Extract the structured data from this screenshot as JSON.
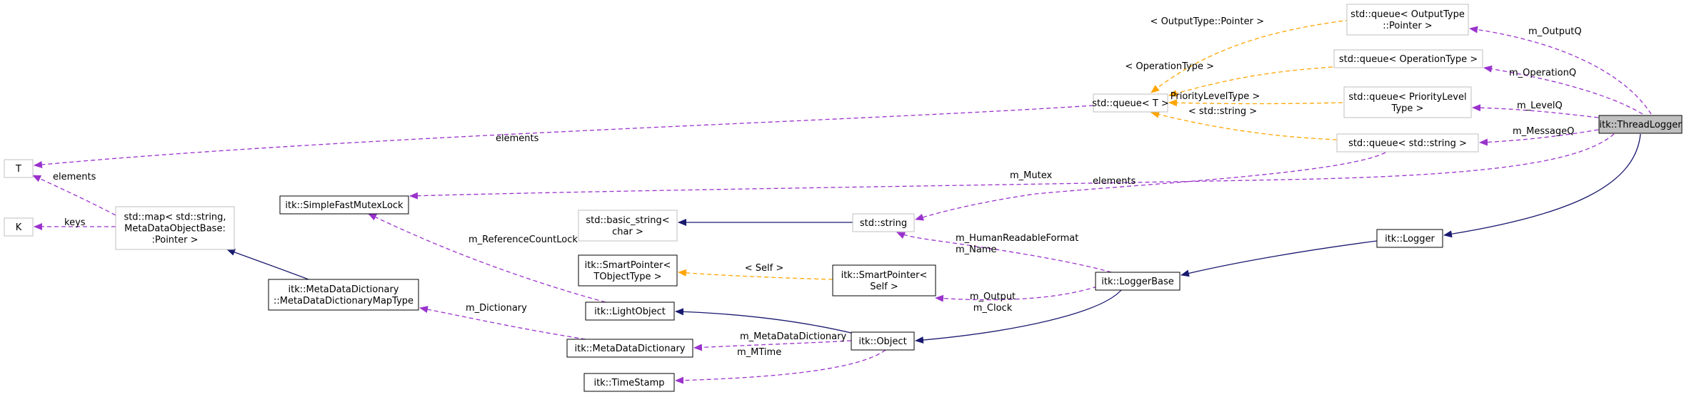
{
  "diagram": {
    "nodes": [
      {
        "id": "threadlogger",
        "lines": [
          "itk::ThreadLogger"
        ],
        "style": "highlight"
      },
      {
        "id": "outputq",
        "lines": [
          "std::queue< OutputType",
          "::Pointer >"
        ],
        "style": "gray"
      },
      {
        "id": "operationq",
        "lines": [
          "std::queue< OperationType >"
        ],
        "style": "gray"
      },
      {
        "id": "levelq",
        "lines": [
          "std::queue< PriorityLevel",
          "Type >"
        ],
        "style": "gray"
      },
      {
        "id": "messageq",
        "lines": [
          "std::queue< std::string >"
        ],
        "style": "gray"
      },
      {
        "id": "queueT",
        "lines": [
          "std::queue< T >"
        ],
        "style": "gray"
      },
      {
        "id": "T",
        "lines": [
          "T"
        ],
        "style": "gray"
      },
      {
        "id": "K",
        "lines": [
          "K"
        ],
        "style": "gray"
      },
      {
        "id": "map",
        "lines": [
          "std::map< std::string,",
          "MetaDataObjectBase:",
          ":Pointer >"
        ],
        "style": "gray"
      },
      {
        "id": "mutexlock",
        "lines": [
          "itk::SimpleFastMutexLock"
        ],
        "style": "black"
      },
      {
        "id": "basicstring",
        "lines": [
          "std::basic_string<",
          "char >"
        ],
        "style": "gray"
      },
      {
        "id": "stdstring",
        "lines": [
          "std::string"
        ],
        "style": "gray"
      },
      {
        "id": "logger",
        "lines": [
          "itk::Logger"
        ],
        "style": "black"
      },
      {
        "id": "loggerbase",
        "lines": [
          "itk::LoggerBase"
        ],
        "style": "black"
      },
      {
        "id": "smartptrT",
        "lines": [
          "itk::SmartPointer<",
          "TObjectType >"
        ],
        "style": "black"
      },
      {
        "id": "smartptrSelf",
        "lines": [
          "itk::SmartPointer<",
          "Self >"
        ],
        "style": "black"
      },
      {
        "id": "mddmaptype",
        "lines": [
          "itk::MetaDataDictionary",
          "::MetaDataDictionaryMapType"
        ],
        "style": "black"
      },
      {
        "id": "lightobject",
        "lines": [
          "itk::LightObject"
        ],
        "style": "black"
      },
      {
        "id": "mdd",
        "lines": [
          "itk::MetaDataDictionary"
        ],
        "style": "black"
      },
      {
        "id": "object",
        "lines": [
          "itk::Object"
        ],
        "style": "black"
      },
      {
        "id": "timestamp",
        "lines": [
          "itk::TimeStamp"
        ],
        "style": "black"
      }
    ],
    "edges": [
      {
        "id": "e-outputq",
        "type": "usage",
        "label": [
          "m_OutputQ"
        ]
      },
      {
        "id": "e-operationq",
        "type": "usage",
        "label": [
          "m_OperationQ"
        ]
      },
      {
        "id": "e-levelq",
        "type": "usage",
        "label": [
          "m_LevelQ"
        ]
      },
      {
        "id": "e-messageq",
        "type": "usage",
        "label": [
          "m_MessageQ"
        ]
      },
      {
        "id": "e-mutex",
        "type": "usage",
        "label": [
          "m_Mutex"
        ]
      },
      {
        "id": "e-logger-inherit",
        "type": "inherit",
        "label": []
      },
      {
        "id": "e-tpl-output",
        "type": "template",
        "label": [
          "< OutputType::Pointer >"
        ]
      },
      {
        "id": "e-tpl-operation",
        "type": "template",
        "label": [
          "< OperationType >"
        ]
      },
      {
        "id": "e-tpl-priority",
        "type": "template",
        "label": [
          "< PriorityLevelType >"
        ]
      },
      {
        "id": "e-tpl-string",
        "type": "template",
        "label": [
          "< std::string >"
        ]
      },
      {
        "id": "e-queue-elements",
        "type": "usage",
        "label": [
          "elements"
        ]
      },
      {
        "id": "e-messageq-elements",
        "type": "usage",
        "label": [
          "elements"
        ]
      },
      {
        "id": "e-map-elements",
        "type": "usage",
        "label": [
          "elements"
        ]
      },
      {
        "id": "e-map-keys",
        "type": "usage",
        "label": [
          "keys"
        ]
      },
      {
        "id": "e-basic-inherit",
        "type": "inherit",
        "label": []
      },
      {
        "id": "e-loggerbase-inherit",
        "type": "inherit",
        "label": []
      },
      {
        "id": "e-hrf",
        "type": "usage",
        "label": [
          "m_HumanReadableFormat",
          "m_Name"
        ]
      },
      {
        "id": "e-tpl-self",
        "type": "template",
        "label": [
          "< Self >"
        ]
      },
      {
        "id": "e-output-clock",
        "type": "usage",
        "label": [
          "m_Output",
          "m_Clock"
        ]
      },
      {
        "id": "e-object-inherit",
        "type": "inherit",
        "label": []
      },
      {
        "id": "e-lightobject-inherit",
        "type": "inherit",
        "label": []
      },
      {
        "id": "e-refcountlock",
        "type": "usage",
        "label": [
          "m_ReferenceCountLock"
        ]
      },
      {
        "id": "e-map-inherit",
        "type": "inherit",
        "label": []
      },
      {
        "id": "e-dictionary",
        "type": "usage",
        "label": [
          "m_Dictionary"
        ]
      },
      {
        "id": "e-mdd",
        "type": "usage",
        "label": [
          "m_MetaDataDictionary"
        ]
      },
      {
        "id": "e-mtime",
        "type": "usage",
        "label": [
          "m_MTime"
        ]
      }
    ],
    "colors": {
      "usage": "#9a32cd",
      "inherit": "#191970",
      "template": "#ffa500",
      "gray_border": "#bfbfbf",
      "black_border": "#000000",
      "highlight_fill": "#bfbfbf"
    }
  }
}
